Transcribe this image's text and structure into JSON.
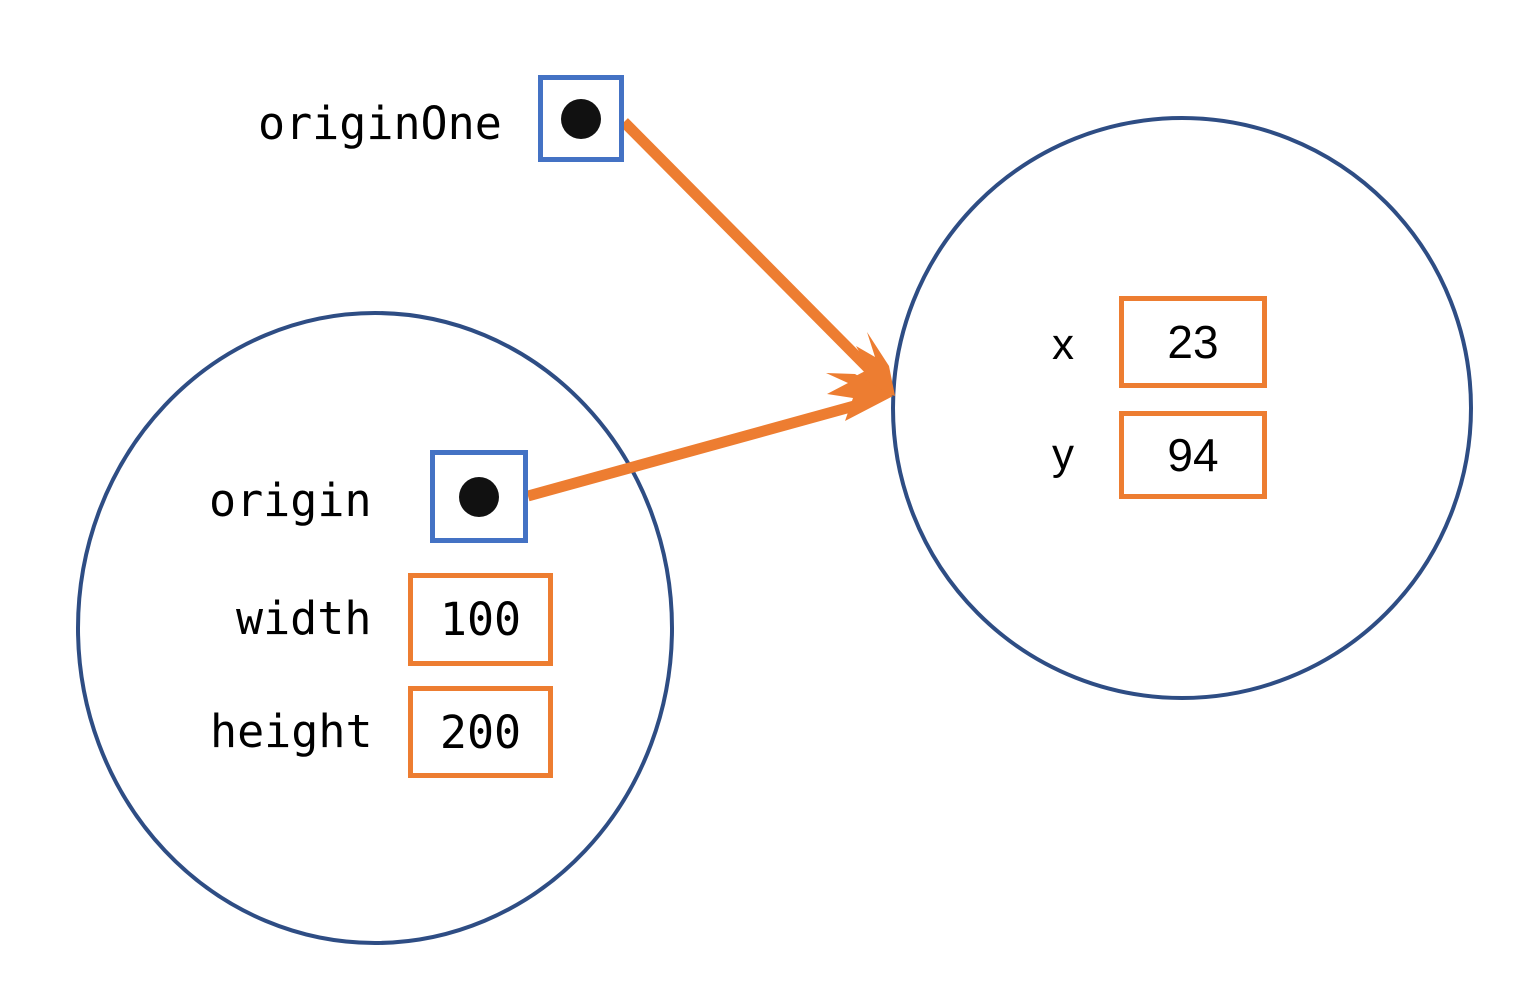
{
  "diagram": {
    "type": "object-reference-diagram",
    "colors": {
      "circle_stroke": "#2E4D84",
      "pointer_box_border": "#4472C4",
      "value_box_border": "#ED7D31",
      "arrow": "#ED7D31",
      "dot": "#111111",
      "background": "#ffffff",
      "text": "#000000"
    },
    "external_label": {
      "name": "originOne",
      "pointer_icon": "filled-dot-icon"
    },
    "rectangle_object": {
      "fields": [
        {
          "name": "origin",
          "kind": "pointer",
          "value": "",
          "pointer_icon": "filled-dot-icon"
        },
        {
          "name": "width",
          "kind": "value",
          "value": "100"
        },
        {
          "name": "height",
          "kind": "value",
          "value": "200"
        }
      ]
    },
    "point_object": {
      "fields": [
        {
          "name": "x",
          "kind": "value",
          "value": "23"
        },
        {
          "name": "y",
          "kind": "value",
          "value": "94"
        }
      ]
    },
    "arrows": [
      {
        "from": "originOne",
        "to": "point_object",
        "icon": "arrow-right-icon"
      },
      {
        "from": "origin",
        "to": "point_object",
        "icon": "arrow-right-icon"
      }
    ]
  }
}
